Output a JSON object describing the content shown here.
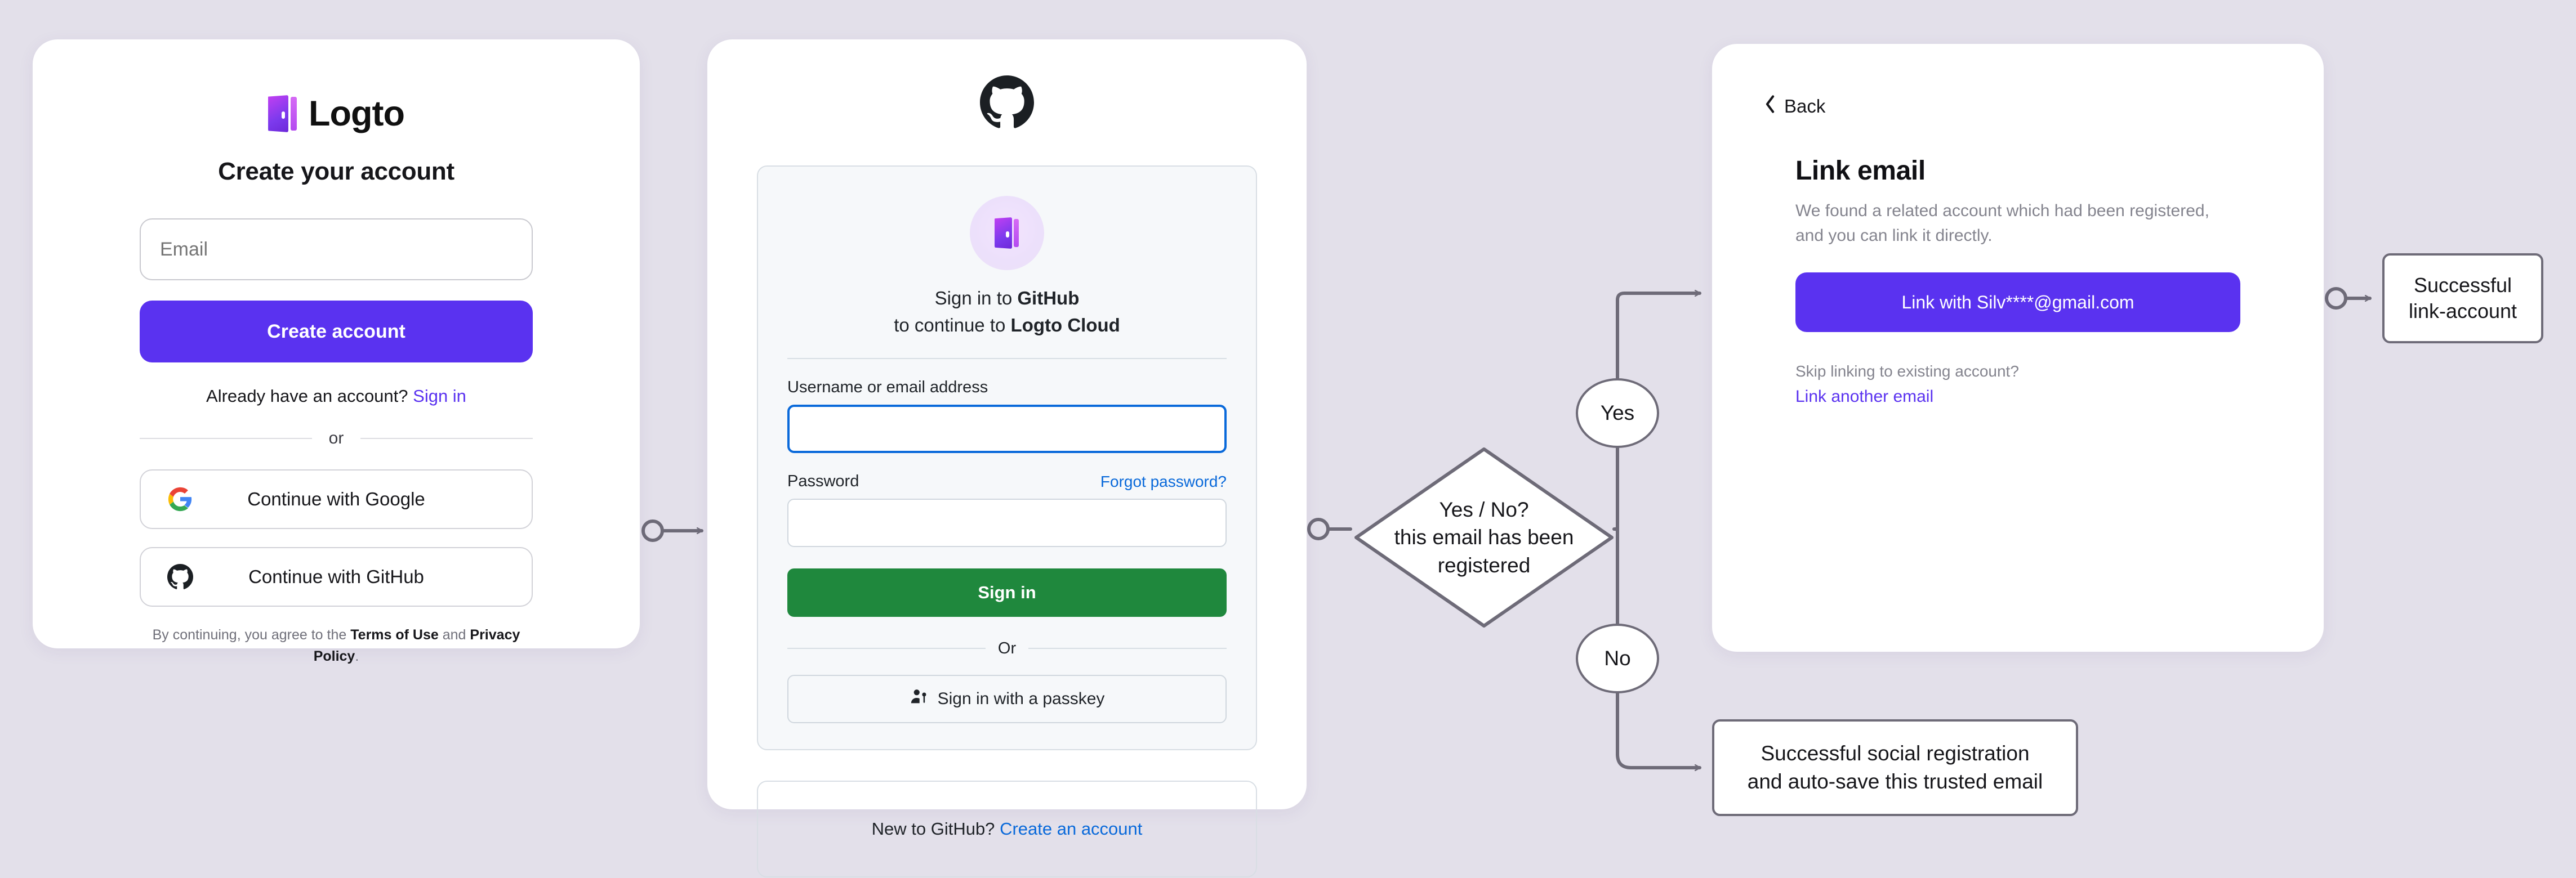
{
  "page": {
    "background_color": "#e3e0ea",
    "accent_purple": "#5a32f0",
    "github_green": "#1f883d",
    "github_blue": "#0969da",
    "flow_stroke": "#6e6b78"
  },
  "logto_card": {
    "brand_name": "Logto",
    "brand_icon": "logto-door-icon",
    "title": "Create your account",
    "email_placeholder": "Email",
    "create_account_label": "Create account",
    "signin_prompt": "Already have an account?",
    "signin_link": "Sign in",
    "divider_label": "or",
    "social_buttons": [
      {
        "label": "Continue with Google",
        "icon": "google-icon"
      },
      {
        "label": "Continue with GitHub",
        "icon": "github-icon"
      }
    ],
    "legal_prefix": "By continuing, you agree to the",
    "legal_terms": "Terms of Use",
    "legal_and": "and",
    "legal_privacy": "Privacy Policy",
    "legal_suffix": "."
  },
  "github_card": {
    "logo_icon": "github-mark-icon",
    "app_avatar_icon": "logto-door-icon",
    "heading_line1_prefix": "Sign in to ",
    "heading_line1_strong": "GitHub",
    "heading_line2_prefix": "to continue to ",
    "heading_line2_strong": "Logto Cloud",
    "username_label": "Username or email address",
    "username_value": "",
    "password_label": "Password",
    "password_value": "",
    "forgot_password_label": "Forgot password?",
    "signin_label": "Sign in",
    "divider_label": "Or",
    "passkey_label": "Sign in with a passkey",
    "passkey_icon": "passkey-person-key-icon",
    "footer_prompt": "New to GitHub?",
    "footer_link": "Create an account"
  },
  "link_email_card": {
    "back_label": "Back",
    "back_icon": "chevron-left-icon",
    "title": "Link email",
    "description": "We found a related account which had been registered, and you can link it directly.",
    "link_button_label": "Link with Silv****@gmail.com",
    "skip_prompt": "Skip linking to existing account?",
    "another_email_link": "Link another email"
  },
  "flow": {
    "decision_line1": "Yes / No?",
    "decision_line2": "this email has been",
    "decision_line3": "registered",
    "branch_yes": "Yes",
    "branch_no": "No",
    "outcome_link_line1": "Successful",
    "outcome_link_line2": "link-account",
    "outcome_social_line1": "Successful social registration",
    "outcome_social_line2": "and auto-save this trusted email"
  }
}
